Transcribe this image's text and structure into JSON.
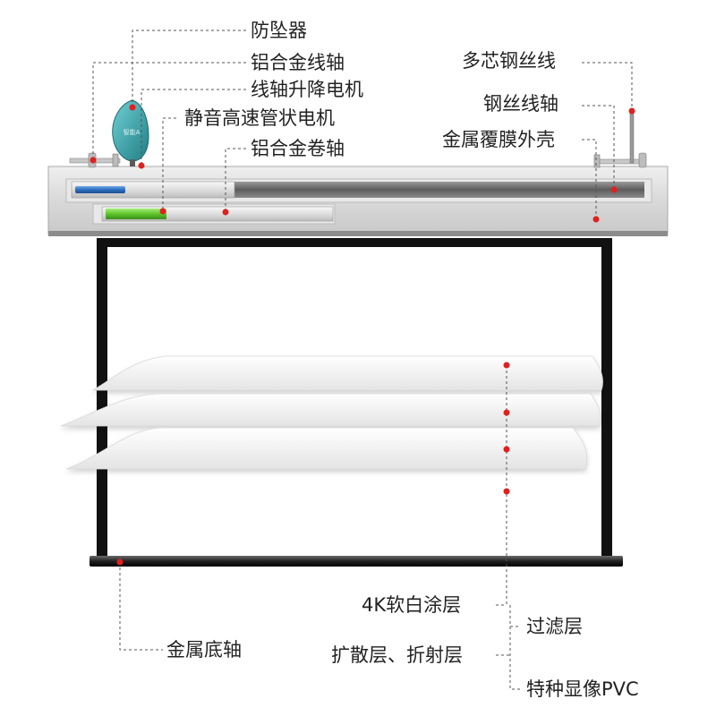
{
  "labels": {
    "fall_arrester": "防坠器",
    "aluminum_wire_shaft": "铝合金线轴",
    "wire_lift_motor": "线轴升降电机",
    "silent_tube_motor": "静音高速管状电机",
    "aluminum_roller": "铝合金卷轴",
    "multi_core_wire": "多芯钢丝线",
    "steel_wire_shaft": "钢丝线轴",
    "metal_film_shell": "金属覆膜外壳",
    "coating_4k": "4K软白涂层",
    "filter_layer": "过滤层",
    "diffusion_refraction": "扩散层、折射层",
    "special_pvc": "特种显像PVC",
    "metal_bottom_bar": "金属底轴"
  },
  "device_text": "智能A",
  "colors": {
    "marker": "#e02020",
    "leader": "#555555",
    "housing": "#dcdcdc",
    "screen_frame": "#111111",
    "motor_blue": "#2c6fbe",
    "motor_green": "#5ec42c",
    "arrester": "#3aa3a8"
  }
}
